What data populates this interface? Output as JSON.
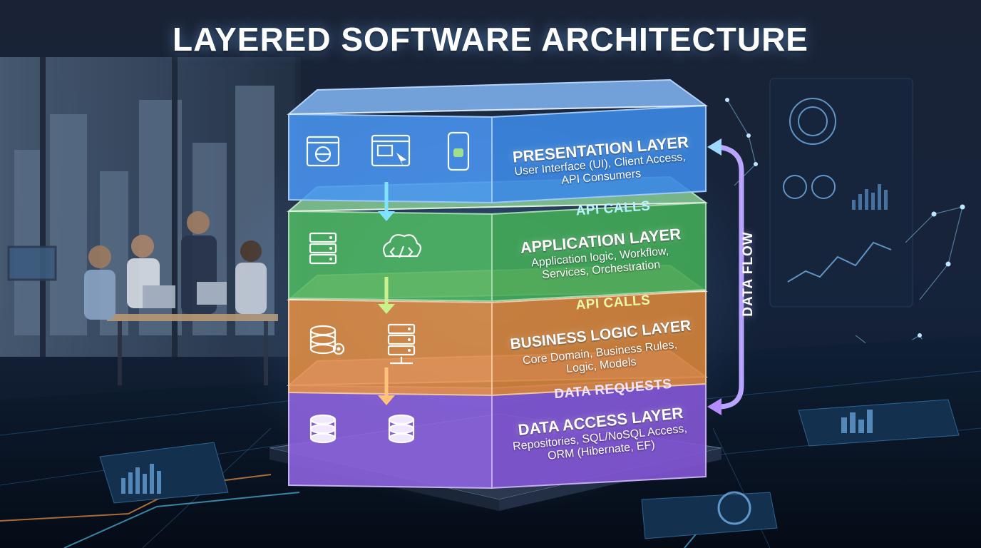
{
  "title": "LAYERED SOFTWARE ARCHITECTURE",
  "layers": [
    {
      "name": "PRESENTATION LAYER",
      "description": [
        "User Interface (UI), Client Access,",
        "API Consumers"
      ],
      "icons": [
        "web-browser-icon",
        "web-app-cursor-icon",
        "mobile-android-icon"
      ],
      "color": "#3f8ff0"
    },
    {
      "name": "APPLICATION LAYER",
      "description": [
        "Application logic, Workflow,",
        "Services, Orchestration"
      ],
      "icons": [
        "server-stack-icon",
        "cloud-code-icon"
      ],
      "color": "#46b35a"
    },
    {
      "name": "BUSINESS LOGIC LAYER",
      "description": [
        "Core Domain, Business Rules,",
        "Logic, Models"
      ],
      "icons": [
        "database-gear-icon",
        "server-network-icon"
      ],
      "color": "#e08a3c"
    },
    {
      "name": "DATA ACCESS LAYER",
      "description": [
        "Repositories, SQL/NoSQL Access,",
        "ORM (Hibernate, EF)"
      ],
      "icons": [
        "database-icon",
        "database-icon"
      ],
      "color": "#8a5ce0"
    }
  ],
  "connectors": [
    {
      "label": "API CALLS",
      "color": "#b8f0ff"
    },
    {
      "label": "API CALLS",
      "color": "#e9f7a8"
    },
    {
      "label": "DATA REQUESTS",
      "color": "#f1e6ff"
    }
  ],
  "data_flow_label": "DATA FLOW"
}
